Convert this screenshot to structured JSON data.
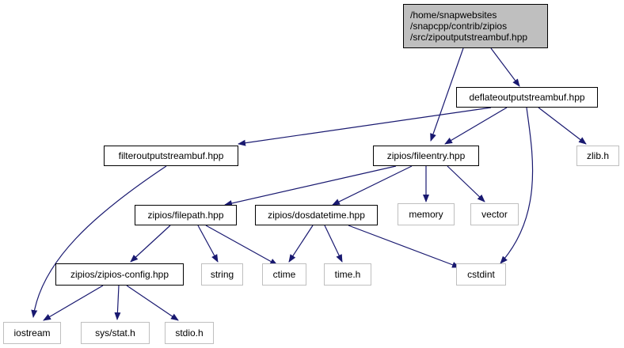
{
  "diagram": {
    "root": {
      "lines": [
        "/home/snapwebsites",
        "/snapcpp/contrib/zipios",
        "/src/zipoutputstreambuf.hpp"
      ]
    },
    "nodes": {
      "deflate": "deflateoutputstreambuf.hpp",
      "filterout": "filteroutputstreambuf.hpp",
      "fileentry": "zipios/fileentry.hpp",
      "zlib": "zlib.h",
      "filepath": "zipios/filepath.hpp",
      "dosdatetime": "zipios/dosdatetime.hpp",
      "memory": "memory",
      "vector": "vector",
      "config": "zipios/zipios-config.hpp",
      "string": "string",
      "ctime": "ctime",
      "timeh": "time.h",
      "cstdint": "cstdint",
      "iostream": "iostream",
      "sysstat": "sys/stat.h",
      "stdio": "stdio.h"
    },
    "edge_color": "#191970",
    "black_border": "#000000",
    "gray_border": "#bfbfbf",
    "root_fill": "#bfbfbf"
  }
}
